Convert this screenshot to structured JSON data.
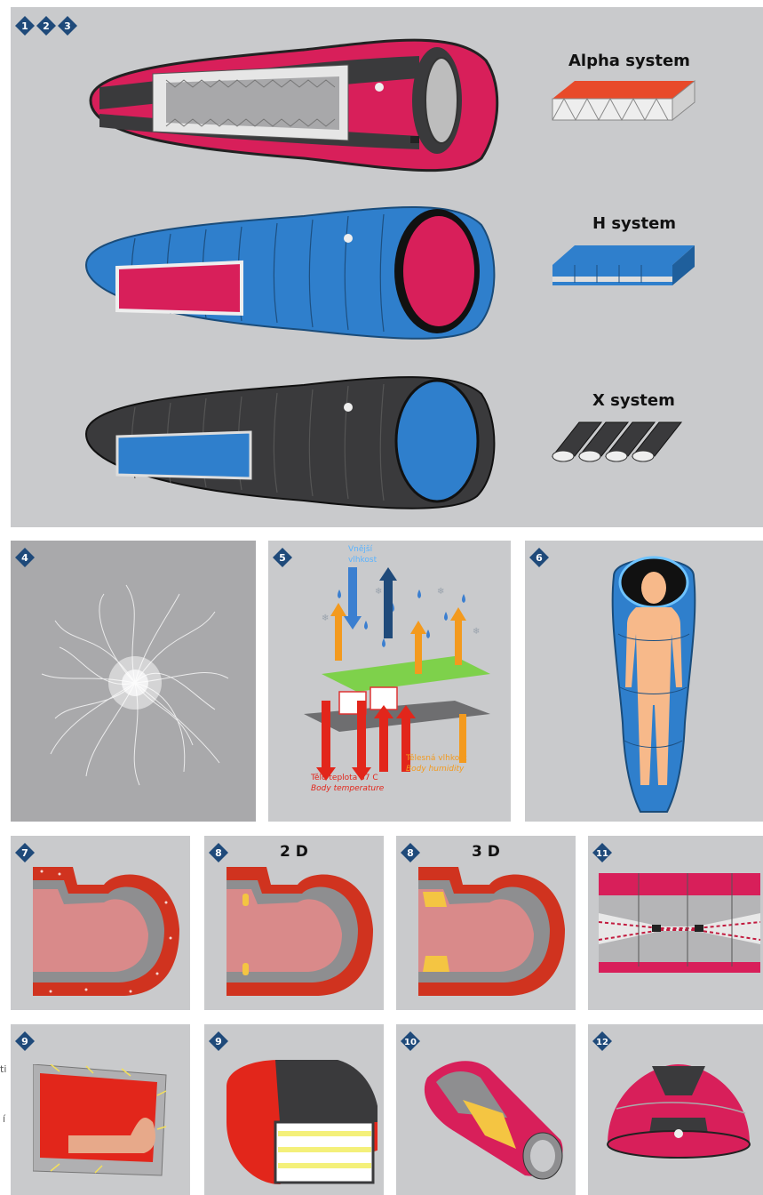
{
  "top": {
    "badges": [
      "1",
      "2",
      "3"
    ],
    "systems": [
      {
        "label": "Alpha system",
        "color": "#e84a2a"
      },
      {
        "label": "H system",
        "color": "#2f7fcc"
      },
      {
        "label": "X system",
        "color": "#3a3a3c"
      }
    ]
  },
  "p4": {
    "badge": "4"
  },
  "p5": {
    "badge": "5",
    "top_text_1": "Vnější",
    "top_text_2": "vlhkost",
    "body_temp_cz": "Tělo teplota 37 C",
    "body_temp_en": "Body temperature",
    "humidity_cz": "Tělesná vlhkost",
    "humidity_en": "Body humidity"
  },
  "p6": {
    "badge": "6"
  },
  "p7": {
    "badge": "7"
  },
  "p8a": {
    "badge": "8",
    "title": "2 D"
  },
  "p8b": {
    "badge": "8",
    "title": "3 D"
  },
  "p11": {
    "badge": "11"
  },
  "p9a": {
    "badge": "9"
  },
  "p9b": {
    "badge": "9"
  },
  "p10": {
    "badge": "10"
  },
  "p12": {
    "badge": "12"
  },
  "edge": {
    "t1": "ti",
    "t2": "í"
  },
  "colors": {
    "red": "#d81f5a",
    "blue": "#2f7fcc",
    "dark": "#3a3a3c",
    "badge": "#1f4a7a",
    "orange_red": "#e2261b"
  }
}
